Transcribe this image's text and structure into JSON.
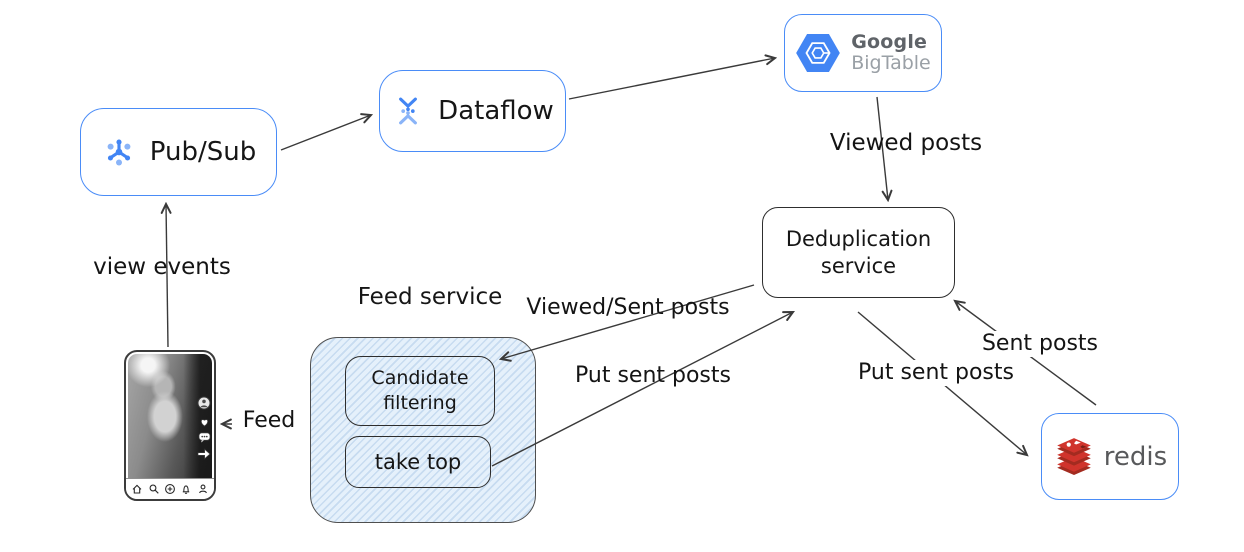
{
  "diagram": {
    "nodes": {
      "pubsub": {
        "label": "Pub/Sub",
        "icon": "pubsub-icon"
      },
      "dataflow": {
        "label": "Dataflow",
        "icon": "dataflow-icon"
      },
      "bigtable": {
        "line1": "Google",
        "line2": "BigTable",
        "icon": "bigtable-hexagon-icon"
      },
      "dedup": {
        "label": "Deduplication service"
      },
      "redis": {
        "label": "redis",
        "icon": "redis-logo-icon"
      },
      "feed_service": {
        "label": "Feed service"
      },
      "candidate_filtering": {
        "label": "Candidate filtering"
      },
      "take_top": {
        "label": "take top"
      },
      "phone": {
        "icons": [
          "avatar",
          "like",
          "comment",
          "share",
          "home",
          "search",
          "create",
          "notifications",
          "profile"
        ]
      }
    },
    "edge_labels": {
      "view_events": "view events",
      "viewed_posts": "Viewed posts",
      "viewed_sent_posts": "Viewed/Sent posts",
      "put_sent_posts_feed": "Put sent posts",
      "put_sent_posts_redis": "Put sent posts",
      "sent_posts": "Sent posts",
      "feed": "Feed"
    },
    "edges": [
      {
        "from": "phone",
        "to": "pubsub",
        "label": "view events"
      },
      {
        "from": "pubsub",
        "to": "dataflow",
        "label": ""
      },
      {
        "from": "dataflow",
        "to": "bigtable",
        "label": ""
      },
      {
        "from": "bigtable",
        "to": "dedup",
        "label": "Viewed posts"
      },
      {
        "from": "dedup",
        "to": "candidate_filtering",
        "label": "Viewed/Sent posts"
      },
      {
        "from": "take_top",
        "to": "dedup",
        "label": "Put sent posts"
      },
      {
        "from": "dedup",
        "to": "redis",
        "label": "Put sent posts"
      },
      {
        "from": "redis",
        "to": "dedup",
        "label": "Sent posts"
      },
      {
        "from": "feed_service",
        "to": "phone",
        "label": "Feed"
      }
    ],
    "colors": {
      "gcp_border": "#4a8cf7",
      "gcp_blue": "#4285f4",
      "gcp_blue_light": "#669df6",
      "sketch_stroke": "#2e2e2e",
      "arrow": "#3a3a3a",
      "hatch_blue": "#cfe3f6",
      "google_text_dark": "#5f6368",
      "google_text_light": "#9aa0a6",
      "redis_red": "#c6302b",
      "redis_red_dark": "#a32b20",
      "redis_text": "#58595b"
    }
  }
}
